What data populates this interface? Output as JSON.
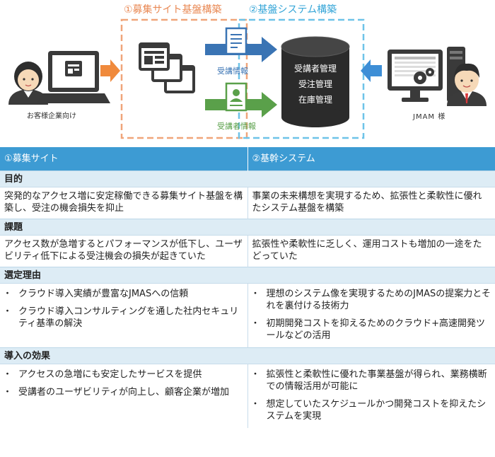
{
  "diagram": {
    "title_site": "①募集サイト基盤構築",
    "title_system": "②基盤システム構築",
    "customer_label": "お客様企業向け",
    "jmam_label": "JMAM 様",
    "flow_upper_label": "受講情報",
    "flow_lower_label": "受講者情報",
    "db_items": [
      "受講者管理",
      "受注管理",
      "在庫管理"
    ],
    "colors": {
      "site": "#e98a56",
      "system": "#36a6d8",
      "upper_flow": "#3a74b4",
      "lower_flow": "#5aa04a",
      "db": "#2b2b2b"
    }
  },
  "table": {
    "headers": [
      "①募集サイト",
      "②基幹システム"
    ],
    "sections": [
      {
        "title": "目的",
        "left": "突発的なアクセス増に安定稼働できる募集サイト基盤を構築し、受注の機会損失を抑止",
        "right": "事業の未来構想を実現するため、拡張性と柔軟性に優れたシステム基盤を構築"
      },
      {
        "title": "課題",
        "left": "アクセス数が急増するとパフォーマンスが低下し、ユーザビリティ低下による受注機会の損失が起きていた",
        "right": "拡張性や柔軟性に乏しく、運用コストも増加の一途をたどっていた"
      },
      {
        "title": "選定理由",
        "left_items": [
          "クラウド導入実績が豊富なJMASへの信頼",
          "クラウド導入コンサルティングを通した社内セキュリティ基準の解決"
        ],
        "right_items": [
          "理想のシステム像を実現するためのJMASの提案力とそれを裏付ける技術力",
          "初期開発コストを抑えるためのクラウド+高速開発ツールなどの活用"
        ]
      },
      {
        "title": "導入の効果",
        "left_items": [
          "アクセスの急増にも安定したサービスを提供",
          "受講者のユーザビリティが向上し、顧客企業が増加"
        ],
        "right_items": [
          "拡張性と柔軟性に優れた事業基盤が得られ、業務横断での情報活用が可能に",
          "想定していたスケジュールかつ開発コストを抑えたシステムを実現"
        ]
      }
    ]
  }
}
